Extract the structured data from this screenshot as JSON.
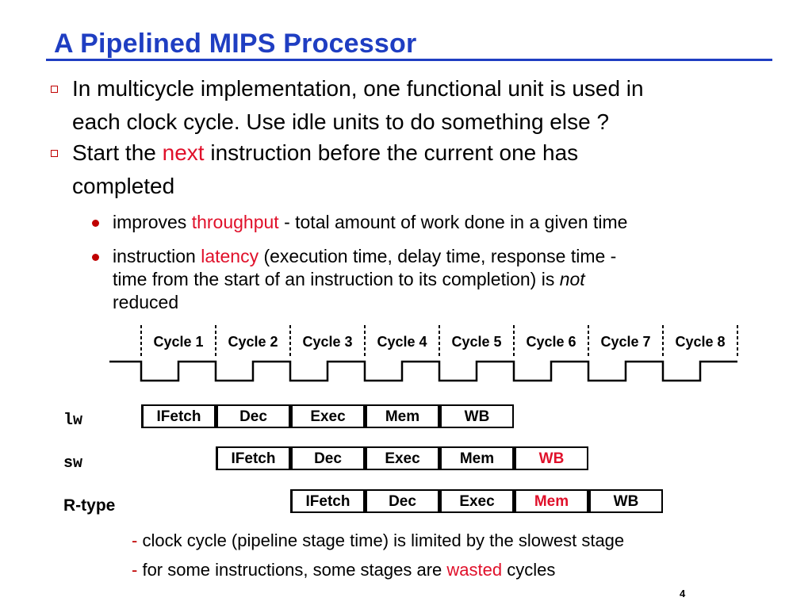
{
  "slide": {
    "title": "A Pipelined MIPS Processor",
    "page_number": "4"
  },
  "bullets": [
    {
      "line1": "In multicycle implementation, one functional unit is used in",
      "line2": "each clock cycle. Use idle units to do something else ?"
    },
    {
      "pre": "Start the ",
      "highlight": "next",
      "post": " instruction before the current one has",
      "line2": "completed"
    }
  ],
  "subbullets": [
    {
      "pre": "improves ",
      "highlight": "throughput",
      "post": " - total amount of work done in a given time"
    },
    {
      "pre": "instruction ",
      "highlight": "latency",
      "post": " (execution time, delay time, response time -",
      "line2": "time from the start of an instruction to its completion) is ",
      "line2_italic": "not",
      "line3": "reduced"
    }
  ],
  "cycles": [
    "Cycle 1",
    "Cycle 2",
    "Cycle 3",
    "Cycle 4",
    "Cycle 5",
    "Cycle 6",
    "Cycle 7",
    "Cycle 8"
  ],
  "instructions": [
    {
      "name": "lw",
      "stages": [
        "IFetch",
        "Dec",
        "Exec",
        "Mem",
        "WB"
      ]
    },
    {
      "name": "sw",
      "stages": [
        "IFetch",
        "Dec",
        "Exec",
        "Mem",
        "WB"
      ]
    },
    {
      "name": "R-type",
      "stages": [
        "IFetch",
        "Dec",
        "Exec",
        "Mem",
        "WB"
      ]
    }
  ],
  "notes": [
    {
      "dash": "-",
      "text": "clock cycle (pipeline stage time) is limited by the slowest stage"
    },
    {
      "dash": "-",
      "pre": "for some instructions, some stages are ",
      "highlight": "wasted",
      "post": " cycles"
    }
  ],
  "colors": {
    "title": "#1f3ec2",
    "highlight": "#e0102a",
    "bullet": "#c00000"
  }
}
